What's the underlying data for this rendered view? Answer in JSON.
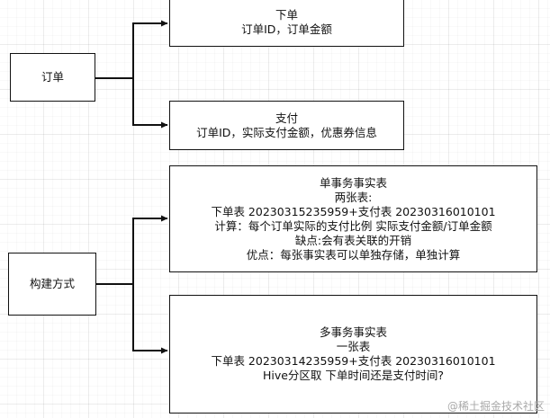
{
  "diagram": {
    "nodes": {
      "order": {
        "lines": [
          "订单"
        ]
      },
      "build_method": {
        "lines": [
          "构建方式"
        ]
      },
      "place_order": {
        "lines": [
          "下单",
          "订单ID，订单金额"
        ]
      },
      "payment": {
        "lines": [
          "支付",
          "订单ID，实际支付金额，优惠券信息"
        ]
      },
      "single_fact": {
        "lines": [
          "单事务事实表",
          "两张表:",
          "下单表 20230315235959+支付表 20230316010101",
          "计算：每个订单实际的支付比例   实际支付金额/订单金额",
          "缺点:会有表关联的开销",
          "优点：每张事实表可以单独存储，单独计算"
        ]
      },
      "multi_fact": {
        "lines": [
          "多事务事实表",
          "一张表",
          "下单表 20230314235959+支付表 20230316010101",
          "Hive分区取 下单时间还是支付时间?"
        ]
      }
    },
    "edges": [
      {
        "from": "order",
        "to": "place_order"
      },
      {
        "from": "order",
        "to": "payment"
      },
      {
        "from": "build_method",
        "to": "single_fact"
      },
      {
        "from": "build_method",
        "to": "multi_fact"
      }
    ],
    "line_color": "#111111"
  },
  "watermark": "@稀土掘金技术社区"
}
